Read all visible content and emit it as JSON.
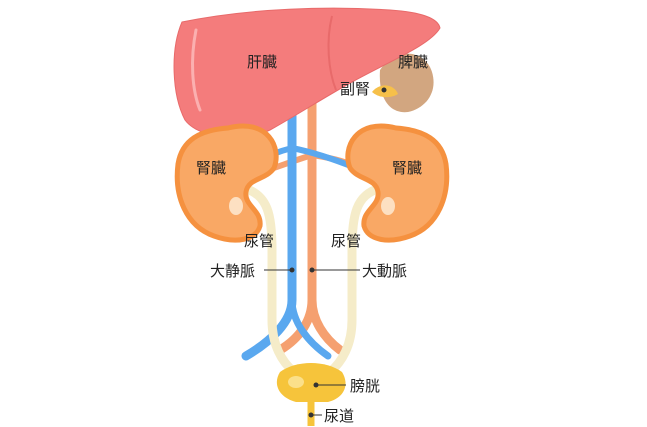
{
  "labels": {
    "liver": "肝臓",
    "spleen": "脾臓",
    "adrenal": "副腎",
    "kidney_left": "腎臓",
    "kidney_right": "腎臓",
    "ureter_left": "尿管",
    "ureter_right": "尿管",
    "vena_cava": "大静脈",
    "aorta": "大動脈",
    "bladder": "膀胱",
    "urethra": "尿道"
  },
  "colors": {
    "liver": "#f47c7c",
    "liver_dark": "#e86a6a",
    "spleen": "#d2a680",
    "adrenal": "#f6c04a",
    "kidney": "#f9a865",
    "kidney_rim": "#f5913f",
    "ureter": "#f5ecc9",
    "vein": "#5aa8ef",
    "artery": "#f5a070",
    "bladder": "#f6c43b"
  }
}
